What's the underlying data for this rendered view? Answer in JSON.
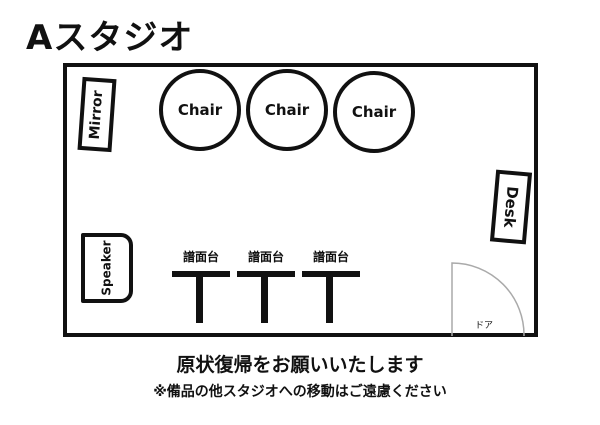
{
  "title": "Aスタジオ",
  "room": {
    "mirror": "Mirror",
    "chairs": [
      "Chair",
      "Chair",
      "Chair"
    ],
    "desk": "Desk",
    "speaker": "Speaker",
    "music_stands": [
      "譜面台",
      "譜面台",
      "譜面台"
    ],
    "door": "ドア"
  },
  "footer": {
    "line1": "原状復帰をお願いいたします",
    "line2": "※備品の他スタジオへの移動はご遠慮ください"
  }
}
